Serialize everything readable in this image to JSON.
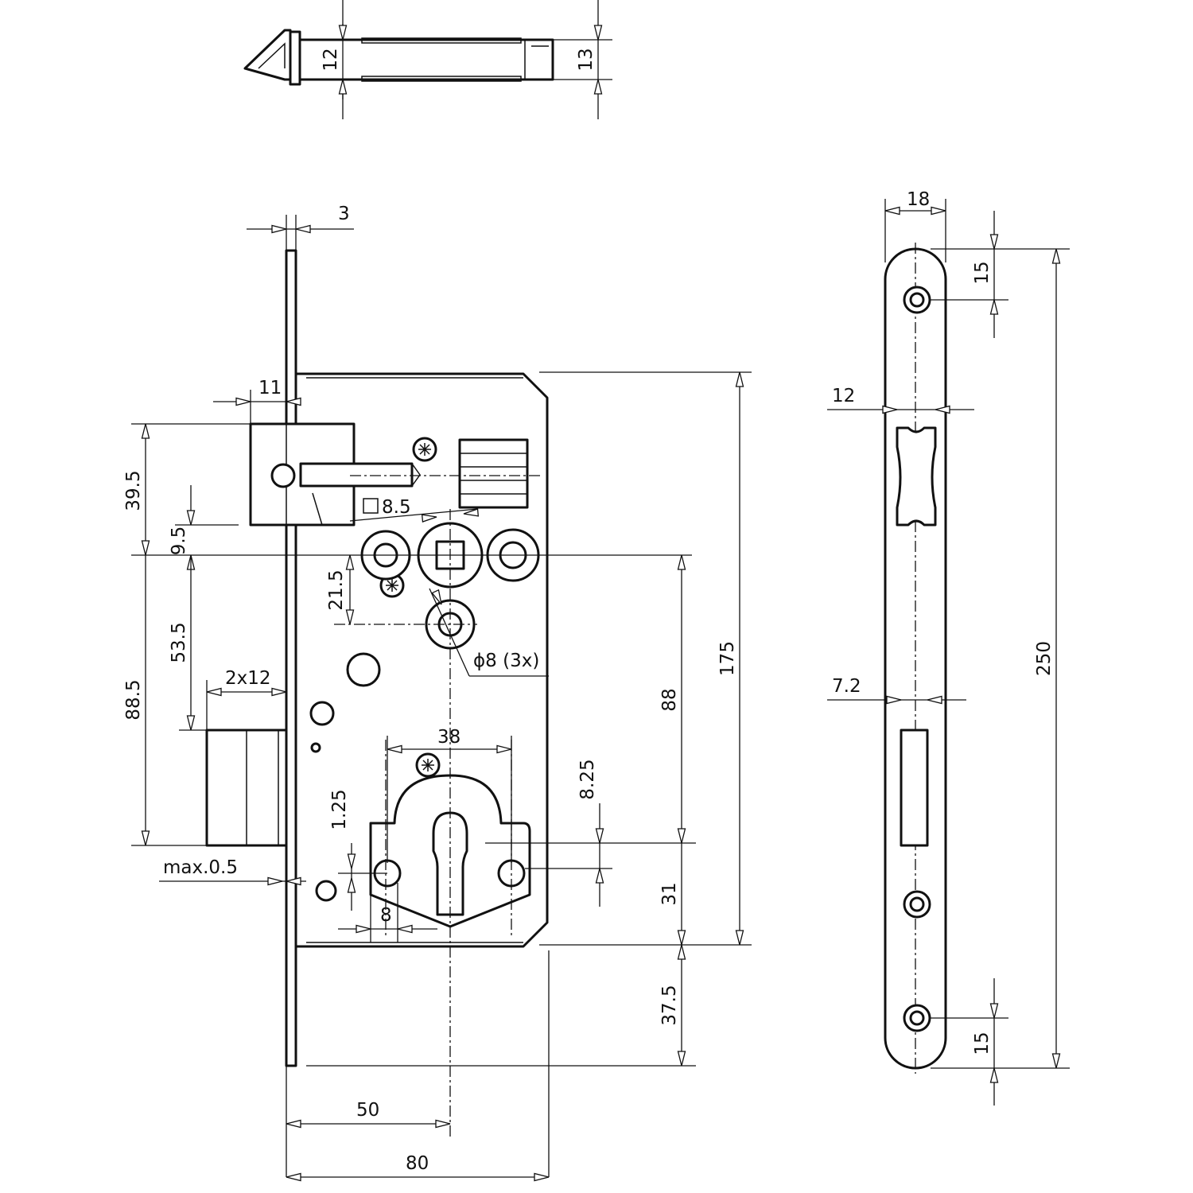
{
  "dimensions": {
    "top_height_left": "12",
    "top_height_right": "13",
    "faceplate_thickness": "3",
    "latch_projection": "11",
    "latch_offset": "39.5",
    "follower_offset": "9.5",
    "square_follower": "8.5",
    "screw_offset": "21.5",
    "follower_to_bolt": "53.5",
    "backset_to_bolt_bottom": "88.5",
    "bolt_throw": "2x12",
    "hole_diameter": "ϕ8 (3x)",
    "cylinder_width": "38",
    "cylinder_offset": "1.25",
    "cylinder_top": "8.25",
    "hole_spacing": "8",
    "max_gap": "max.0.5",
    "center_distance": "88",
    "case_height": "175",
    "cylinder_to_case": "31",
    "case_to_plate": "37.5",
    "backset": "50",
    "case_depth": "80",
    "plate_width": "18",
    "plate_top_hole": "15",
    "latch_opening": "12",
    "bolt_opening": "7.2",
    "plate_length": "250",
    "plate_bottom_hole": "15"
  }
}
